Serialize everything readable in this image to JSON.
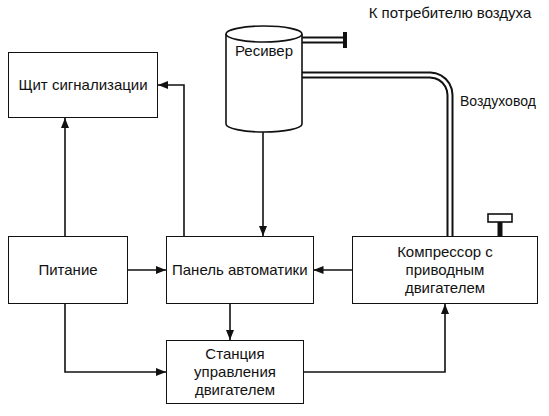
{
  "diagram": {
    "nodes": [
      {
        "text": [
          "Щит сигнализации"
        ]
      },
      {
        "text": [
          "Ресивер"
        ]
      },
      {
        "text": [
          "Питание"
        ]
      },
      {
        "text": [
          "Панель автоматики"
        ]
      },
      {
        "text": [
          "Компрессор с приводным двигателем"
        ]
      },
      {
        "text": [
          "Станция управления двигателем"
        ]
      }
    ],
    "edges": [
      {
        "from": 2,
        "to": 0,
        "arrow": "to"
      },
      {
        "from": 3,
        "to": 0,
        "arrow": "to"
      },
      {
        "from": 1,
        "to": 3,
        "arrow": "to"
      },
      {
        "from": 2,
        "to": 3,
        "arrow": "to"
      },
      {
        "from": 4,
        "to": 3,
        "arrow": "to"
      },
      {
        "from": 3,
        "to": 5,
        "arrow": "to"
      },
      {
        "from": 2,
        "to": 5,
        "arrow": "to"
      },
      {
        "from": 5,
        "to": 4,
        "arrow": "to"
      },
      {
        "from": 4,
        "to": 1,
        "arrow": "none",
        "label": "Воздуховод"
      }
    ],
    "labels": [
      "К потребителю воздуха"
    ]
  }
}
